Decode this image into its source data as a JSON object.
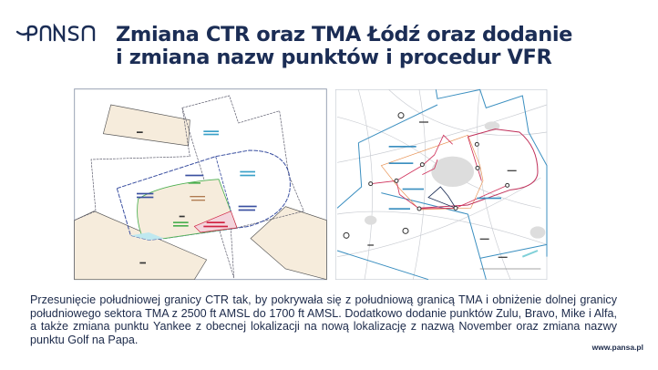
{
  "brand": {
    "logo_text": "PANSA",
    "color": "#1b2d55"
  },
  "slide": {
    "title_line1": "Zmiana CTR oraz TMA Łódź oraz dodanie",
    "title_line2": "i zmiana nazw punktów i procedur VFR",
    "description": "Przesunięcie południowej granicy CTR tak, by pokrywała się z południową granicą TMA i obniżenie dolnej granicy południowego sektora TMA z 2500 ft AMSL do 1700 ft AMSL. Dodatkowo dodanie punktów Zulu, Bravo, Mike i Alfa, a także zmiana punktu Yankee z obecnej lokalizacji na nową lokalizację z nazwą November oraz zmiana nazwy punktu Golf na Papa.",
    "website": "www.pansa.pl"
  },
  "maps": {
    "left": {
      "icon": "airspace-map",
      "colors": {
        "tma": "#3a4fa0",
        "ctr": "#4caf50",
        "restricted": "#f6ecdc",
        "change": "#d02040"
      }
    },
    "right": {
      "icon": "vfr-chart",
      "colors": {
        "route": "#d0305a",
        "boundary": "#3b8fc0",
        "ctr": "#e89050"
      }
    }
  }
}
